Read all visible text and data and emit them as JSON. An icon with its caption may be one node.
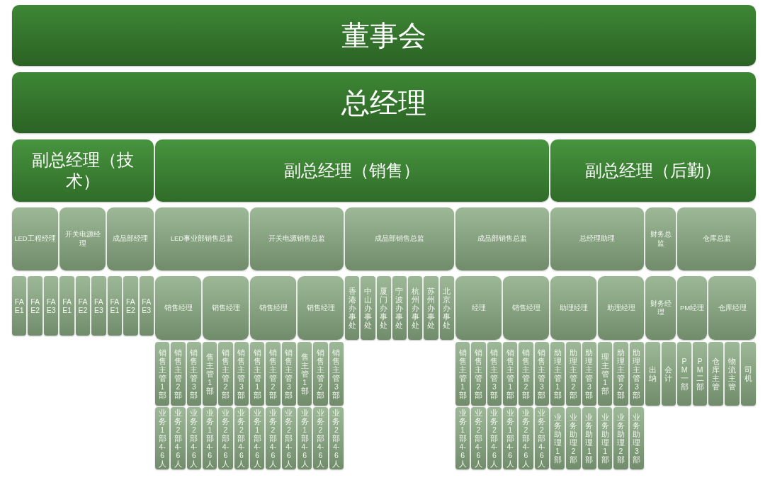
{
  "diagram": {
    "nodes": [
      {
        "text": [
          "董事会"
        ]
      },
      {
        "text": [
          "总经理"
        ]
      },
      {
        "text": [
          "副总经理（技术）"
        ]
      },
      {
        "text": [
          "副总经理（销售）"
        ]
      },
      {
        "text": [
          "副总经理（后勤）"
        ]
      },
      {
        "text": [
          "LED工程经理"
        ]
      },
      {
        "text": [
          "开关电源经理"
        ]
      },
      {
        "text": [
          "成品部经理"
        ]
      },
      {
        "text": [
          "LED事业部销售总监"
        ]
      },
      {
        "text": [
          "开关电源销售总监"
        ]
      },
      {
        "text": [
          "成品部销售总监"
        ]
      },
      {
        "text": [
          "成品部销售总监"
        ]
      },
      {
        "text": [
          "总经理助理"
        ]
      },
      {
        "text": [
          "财务总监"
        ]
      },
      {
        "text": [
          "仓库总监"
        ]
      },
      {
        "text": [
          "FAE1"
        ]
      },
      {
        "text": [
          "FAE2"
        ]
      },
      {
        "text": [
          "FAE3"
        ]
      },
      {
        "text": [
          "FAE1"
        ]
      },
      {
        "text": [
          "FAE2"
        ]
      },
      {
        "text": [
          "FAE3"
        ]
      },
      {
        "text": [
          "FAE1"
        ]
      },
      {
        "text": [
          "FAE2"
        ]
      },
      {
        "text": [
          "FAE3"
        ]
      },
      {
        "text": [
          "销售经理"
        ]
      },
      {
        "text": [
          "销售经理"
        ]
      },
      {
        "text": [
          "销售经理"
        ]
      },
      {
        "text": [
          "销售经理"
        ]
      },
      {
        "text": [
          "香港办事处"
        ]
      },
      {
        "text": [
          "中山办事处"
        ]
      },
      {
        "text": [
          "厦门办事处"
        ]
      },
      {
        "text": [
          "宁波办事处"
        ]
      },
      {
        "text": [
          "杭州办事处"
        ]
      },
      {
        "text": [
          "苏州办事处"
        ]
      },
      {
        "text": [
          "北京办事处"
        ]
      },
      {
        "text": [
          "经理"
        ]
      },
      {
        "text": [
          "销售经理"
        ]
      },
      {
        "text": [
          "助理经理"
        ]
      },
      {
        "text": [
          "助理经理"
        ]
      },
      {
        "text": [
          "财务经理"
        ]
      },
      {
        "text": [
          "PM经理"
        ]
      },
      {
        "text": [
          "仓库经理"
        ]
      },
      {
        "text": [
          "销售主管1部"
        ]
      },
      {
        "text": [
          "销售主管2部"
        ]
      },
      {
        "text": [
          "销售主管3部"
        ]
      },
      {
        "text": [
          "售主管1部"
        ]
      },
      {
        "text": [
          "销售主管2部"
        ]
      },
      {
        "text": [
          "销售主管3部"
        ]
      },
      {
        "text": [
          "销售主管1部"
        ]
      },
      {
        "text": [
          "销售主管2部"
        ]
      },
      {
        "text": [
          "销售主管3部"
        ]
      },
      {
        "text": [
          "售主管1部"
        ]
      },
      {
        "text": [
          "销售主管2部"
        ]
      },
      {
        "text": [
          "销售主管3部"
        ]
      },
      {
        "text": [
          "销售主管1部"
        ]
      },
      {
        "text": [
          "销售主管2部"
        ]
      },
      {
        "text": [
          "销售主管3部"
        ]
      },
      {
        "text": [
          "销售主管1部"
        ]
      },
      {
        "text": [
          "销售主管2部"
        ]
      },
      {
        "text": [
          "销售主管3部"
        ]
      },
      {
        "text": [
          "助理主管1部"
        ]
      },
      {
        "text": [
          "助理主管2部"
        ]
      },
      {
        "text": [
          "助理主管3部"
        ]
      },
      {
        "text": [
          "理主管1部"
        ]
      },
      {
        "text": [
          "助理主管2部"
        ]
      },
      {
        "text": [
          "助理主管3部"
        ]
      },
      {
        "text": [
          "出纳"
        ]
      },
      {
        "text": [
          "会计"
        ]
      },
      {
        "text": [
          "PM一部"
        ]
      },
      {
        "text": [
          "PM二部"
        ]
      },
      {
        "text": [
          "仓库主管"
        ]
      },
      {
        "text": [
          "物流主管"
        ]
      },
      {
        "text": [
          "司机"
        ]
      },
      {
        "text": [
          "业务1部4-6人"
        ]
      },
      {
        "text": [
          "业务2部4-6人"
        ]
      },
      {
        "text": [
          "业务2部4-6人"
        ]
      },
      {
        "text": [
          "业务1部4-6人"
        ]
      },
      {
        "text": [
          "业务2部4-6人"
        ]
      },
      {
        "text": [
          "业务2部4-6人"
        ]
      },
      {
        "text": [
          "业务1部4-6人"
        ]
      },
      {
        "text": [
          "业务2部4-6人"
        ]
      },
      {
        "text": [
          "业务2部4-6人"
        ]
      },
      {
        "text": [
          "业务1部4-6人"
        ]
      },
      {
        "text": [
          "业务2部4-6人"
        ]
      },
      {
        "text": [
          "业务2部4-6人"
        ]
      },
      {
        "text": [
          "业务1部4-6人"
        ]
      },
      {
        "text": [
          "业务2部4-6人"
        ]
      },
      {
        "text": [
          "业务2部4-6人"
        ]
      },
      {
        "text": [
          "业务1部4-6人"
        ]
      },
      {
        "text": [
          "业务2部4-6人"
        ]
      },
      {
        "text": [
          "业务2部4-6人"
        ]
      },
      {
        "text": [
          "业务助理1部"
        ]
      },
      {
        "text": [
          "业务助理2部"
        ]
      },
      {
        "text": [
          "业务助理1部"
        ]
      },
      {
        "text": [
          "业务助理1部"
        ]
      },
      {
        "text": [
          "业务助理2部"
        ]
      },
      {
        "text": [
          "业务助理3部"
        ]
      }
    ]
  }
}
